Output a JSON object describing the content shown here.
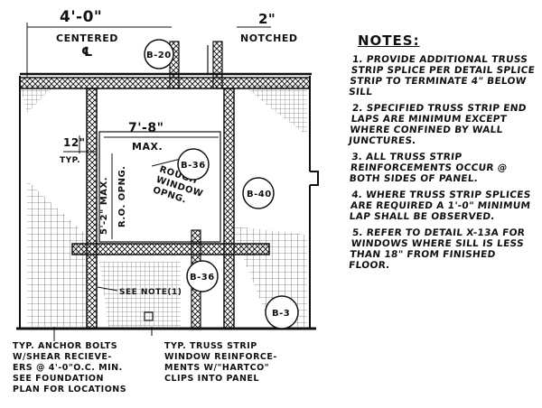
{
  "dimensions": {
    "centered_width": "4'-0\"",
    "centered_label": "CENTERED",
    "centerline_symbol": "℄",
    "notched_width": "2\"",
    "notched_label": "NOTCHED",
    "max_width": "7'-8\"",
    "max_label": "MAX.",
    "typ_spacing": "12\"",
    "typ_label": "TYP.",
    "vertical_max": "5'-2\" MAX.",
    "vertical_opening": "R.O. OPNG."
  },
  "callouts": {
    "b20": "B-20",
    "b36_upper": "B-36",
    "b40": "B-40",
    "b36_lower": "B-36",
    "b3": "B-3"
  },
  "labels": {
    "rough_opening": [
      "ROUGH",
      "WINDOW",
      "OPNG."
    ],
    "see_note": "SEE NOTE(1)",
    "anchor_bolts": [
      "TYP. ANCHOR BOLTS",
      "W/SHEAR RECIEVE-",
      "ERS @ 4'-0\"O.C. MIN.",
      "SEE FOUNDATION",
      "PLAN FOR LOCATIONS"
    ],
    "truss_strip": [
      "TYP. TRUSS STRIP",
      "WINDOW REINFORCE-",
      "MENTS W/\"HARTCO\"",
      "CLIPS INTO PANEL"
    ]
  },
  "notes": {
    "title": "NOTES:",
    "items": [
      "1. PROVIDE ADDITIONAL TRUSS STRIP SPLICE PER DETAIL SPLICE STRIP TO TERMINATE 4\" BELOW SILL",
      "2. SPECIFIED TRUSS STRIP END LAPS ARE MINIMUM EXCEPT WHERE CONFINED BY WALL JUNCTURES.",
      "3. ALL TRUSS STRIP REINFORCEMENTS OCCUR @ BOTH SIDES OF PANEL.",
      "4. WHERE TRUSS STRIP SPLICES ARE REQUIRED A 1'-0\" MINIMUM LAP SHALL BE OBSERVED.",
      "5. REFER TO DETAIL X-13A FOR WINDOWS WHERE SILL IS LESS THAN 18\" FROM FINISHED FLOOR."
    ]
  }
}
